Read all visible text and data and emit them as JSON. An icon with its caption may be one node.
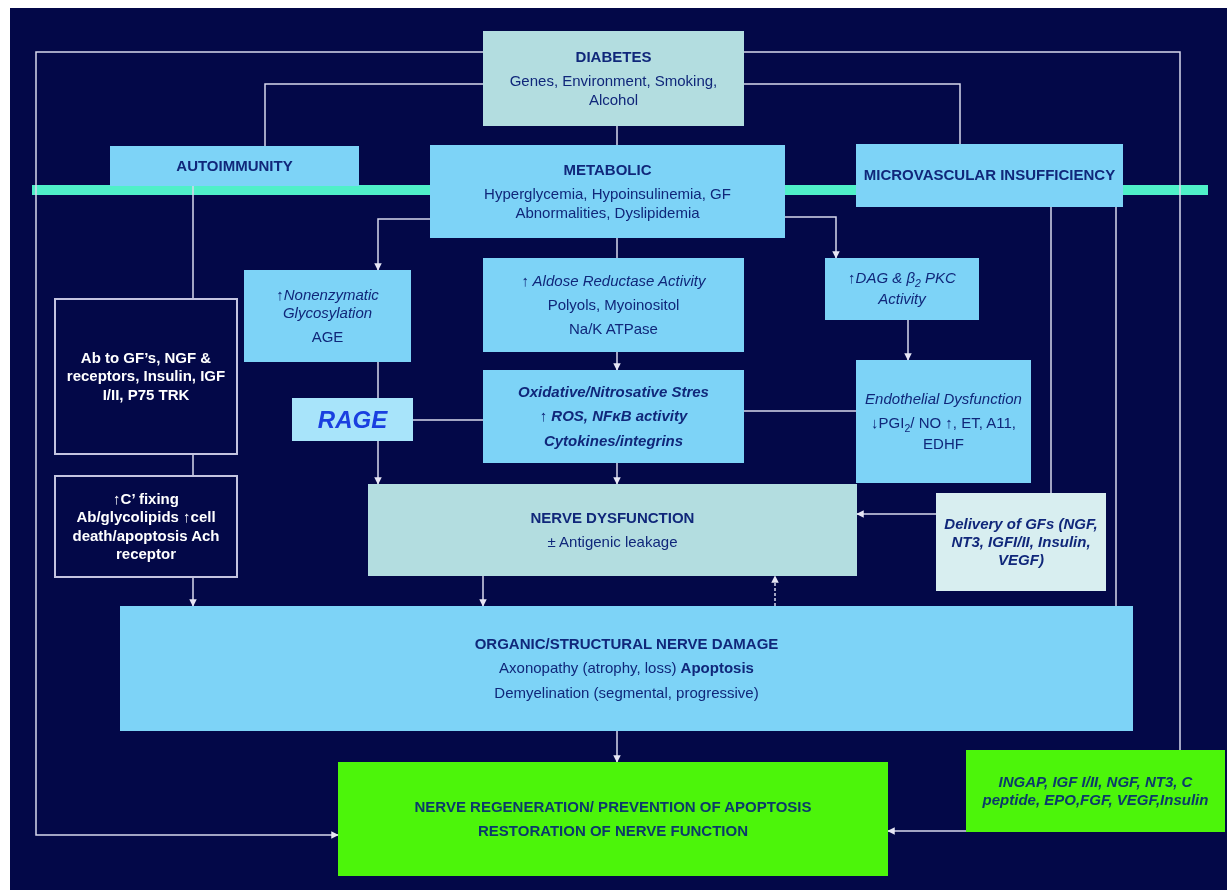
{
  "diagram": {
    "nodes": [
      {
        "text": [
          "DIABETES",
          "Genes, Environment, Smoking, Alcohol"
        ]
      },
      {
        "text": [
          "AUTOIMMUNITY"
        ]
      },
      {
        "text": [
          "METABOLIC",
          "Hyperglycemia, Hypoinsulinemia, GF Abnormalities, Dyslipidemia"
        ]
      },
      {
        "text": [
          "MICROVASCULAR INSUFFICIENCY"
        ]
      },
      {
        "text": [
          "Ab to GF’s, NGF & receptors, Insulin, IGF I/II, P75 TRK"
        ]
      },
      {
        "text": [
          "↑Nonenzymatic Glycosylation",
          "AGE"
        ]
      },
      {
        "text": [
          "↑ Aldose Reductase Activity",
          "Polyols, Myoinositol",
          "Na/K ATPase"
        ]
      },
      {
        "text": [
          "↑DAG & β$_{2}$ PKC Activity"
        ]
      },
      {
        "text": [
          "RAGE"
        ]
      },
      {
        "text": [
          "Oxidative/Nitrosative Stres",
          "↑ ROS, NFκB activity",
          "Cytokines/integrins"
        ]
      },
      {
        "text": [
          "Endothelial Dysfunction",
          "↓PGI$_{2}$/ NO ↑, ET, A11, EDHF"
        ]
      },
      {
        "text": [
          "NERVE DYSFUNCTION",
          "± Antigenic leakage"
        ]
      },
      {
        "text": [
          "Delivery of GFs (NGF, NT3, IGFI/II, Insulin, VEGF)"
        ]
      },
      {
        "text": [
          "↑C’ fixing Ab/glycolipids ↑cell death/apoptosis Ach receptor"
        ]
      },
      {
        "text": [
          "ORGANIC/STRUCTURAL NERVE DAMAGE",
          "Axonopathy (atrophy, loss) **Apoptosis**",
          "Demyelination (segmental, progressive)"
        ]
      },
      {
        "text": [
          "NERVE REGENERATION/ PREVENTION OF APOPTOSIS",
          "RESTORATION OF NERVE FUNCTION"
        ]
      },
      {
        "text": [
          "INGAP, IGF I/II, NGF, NT3, C peptide, EPO,FGF, VEGF,Insulin"
        ]
      }
    ],
    "edges": [
      {
        "from": 0,
        "to": 1,
        "arrow": "none"
      },
      {
        "from": 0,
        "to": 3,
        "arrow": "none"
      },
      {
        "from": 0,
        "to": 2,
        "arrow": "none"
      },
      {
        "from": 0,
        "to": 15,
        "arrow": "to"
      },
      {
        "from": 0,
        "to": 16,
        "arrow": "none"
      },
      {
        "from": 2,
        "to": 5,
        "arrow": "to"
      },
      {
        "from": 2,
        "to": 6,
        "arrow": "none"
      },
      {
        "from": 2,
        "to": 7,
        "arrow": "to"
      },
      {
        "from": 1,
        "to": 4,
        "arrow": "none"
      },
      {
        "from": 4,
        "to": 13,
        "arrow": "none"
      },
      {
        "from": 13,
        "to": 14,
        "arrow": "to"
      },
      {
        "from": 5,
        "to": 8,
        "arrow": "none"
      },
      {
        "from": 8,
        "to": 11,
        "arrow": "to"
      },
      {
        "from": 8,
        "to": 9,
        "arrow": "none"
      },
      {
        "from": 6,
        "to": 9,
        "arrow": "to"
      },
      {
        "from": 9,
        "to": 11,
        "arrow": "to"
      },
      {
        "from": 9,
        "to": 10,
        "arrow": "none"
      },
      {
        "from": 7,
        "to": 10,
        "arrow": "to"
      },
      {
        "from": 3,
        "to": 12,
        "arrow": "none"
      },
      {
        "from": 3,
        "to": 14,
        "arrow": "none"
      },
      {
        "from": 12,
        "to": 11,
        "arrow": "to"
      },
      {
        "from": 11,
        "to": 14,
        "arrow": "to"
      },
      {
        "from": 14,
        "to": 11,
        "arrow": "to",
        "style": "dashed"
      },
      {
        "from": 14,
        "to": 15,
        "arrow": "to"
      },
      {
        "from": 16,
        "to": 15,
        "arrow": "to"
      }
    ]
  }
}
